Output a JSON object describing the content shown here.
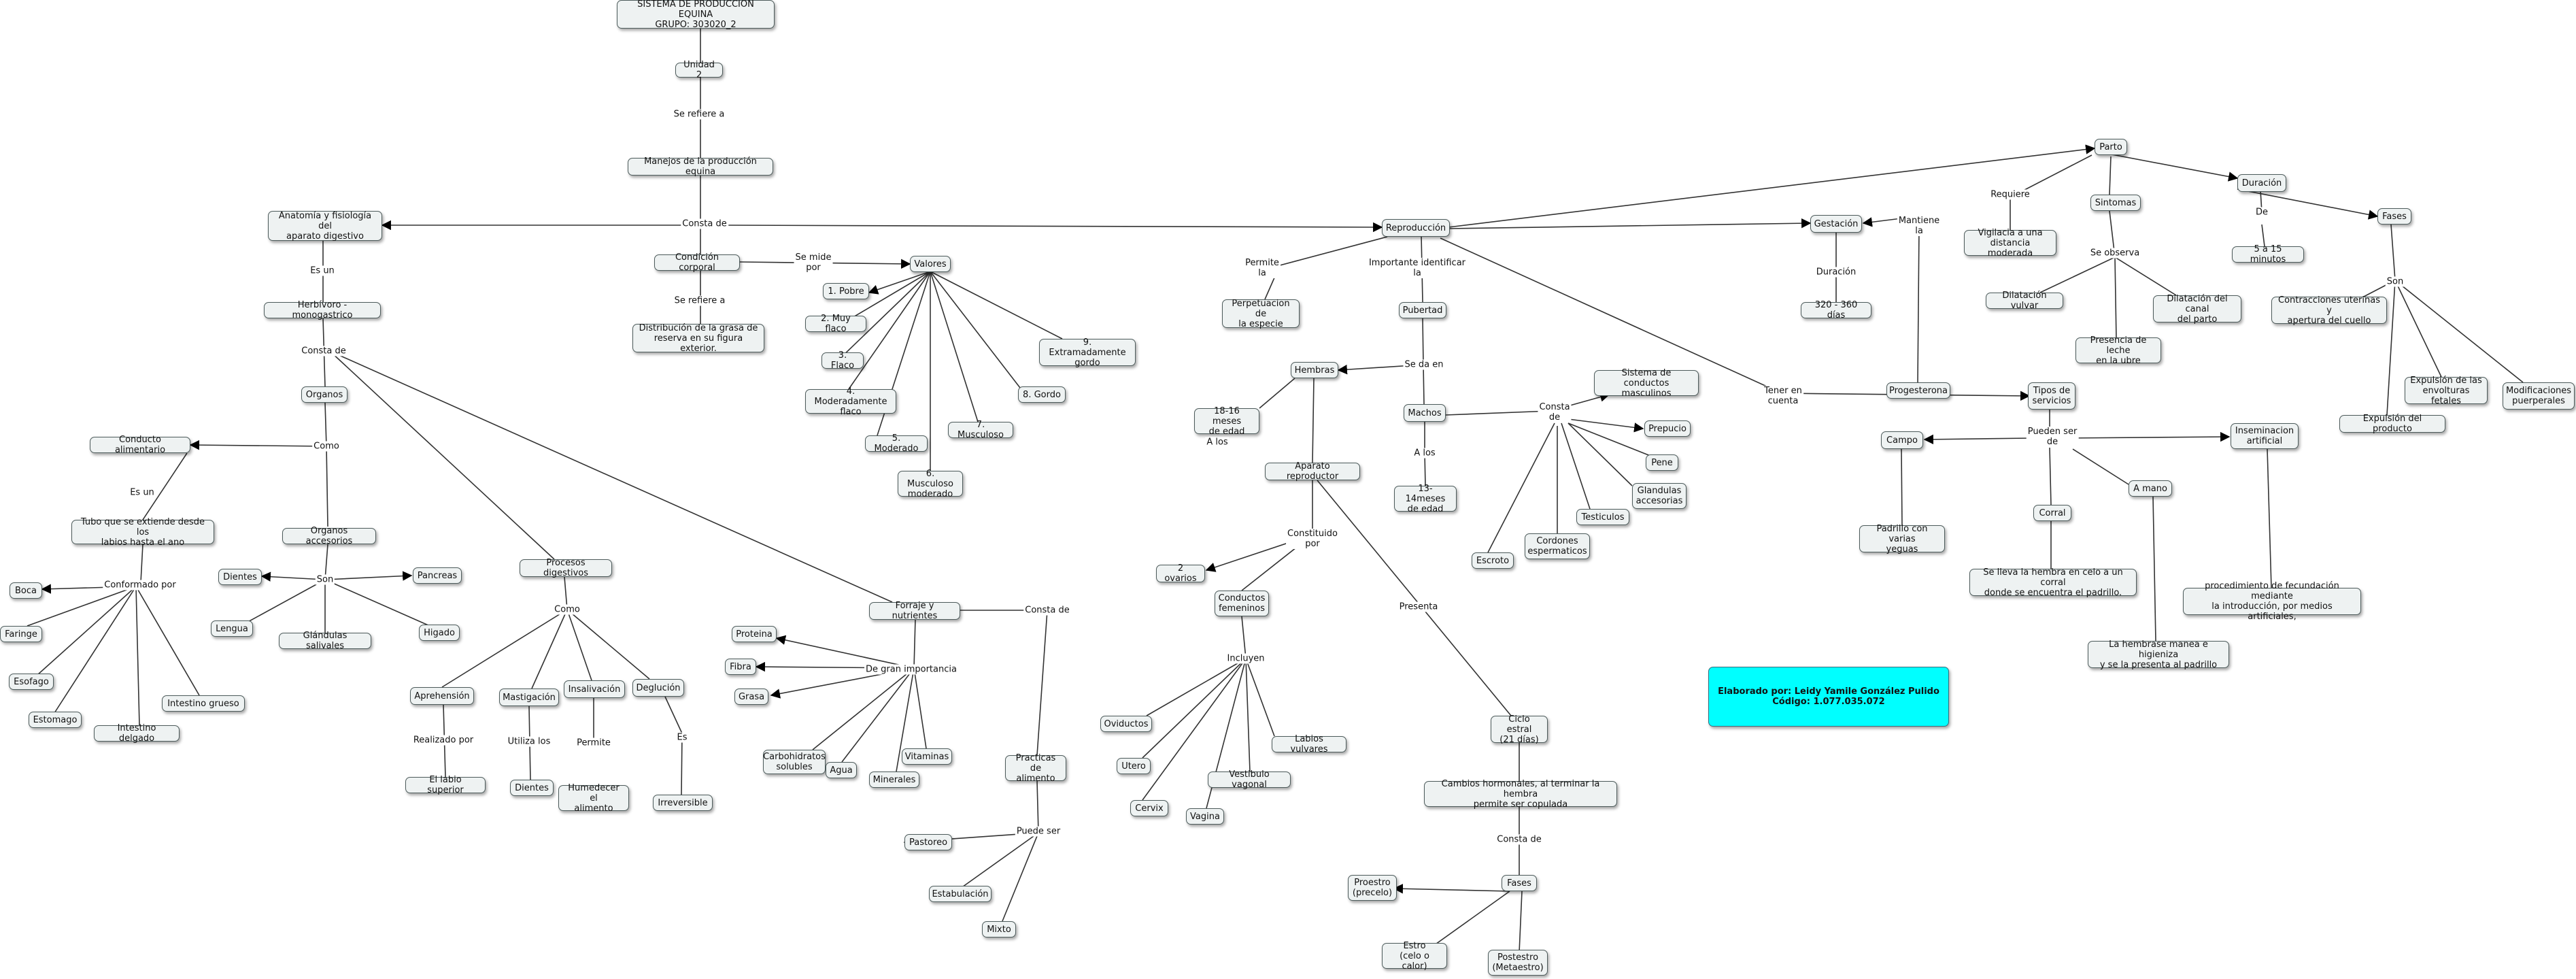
{
  "nodes": {
    "title": "SISTEMA DE PRODUCCION EQUINA\nGRUPO: 303020_2",
    "unidad": "Unidad 2",
    "manejos": "Manejos de la producción equina",
    "anatomia": "Anatomía y fisiología del\naparato digestivo",
    "herbivoro": "Herbívoro - monogastrico",
    "organos": "Organos",
    "conducto": "Conducto alimentario",
    "tubo": "Tubo que se extiende desde los\nlabios hasta el ano",
    "boca": "Boca",
    "faringe": "Faringe",
    "esofago": "Esofago",
    "estomago": "Estomago",
    "intdelgado": "Intestino delgado",
    "intgrueso": "Intestino grueso",
    "accesorios": "Organos accesorios",
    "dientes1": "Dientes",
    "lengua": "Lengua",
    "glandulas": "Glándulas salivales",
    "pancreas": "Pancreas",
    "higado": "Higado",
    "procesos": "Procesos digestivos",
    "aprehension": "Aprehensión",
    "labio": "El labio superior",
    "masticacion": "Mastigación",
    "dientes2": "Dientes",
    "insalivacion": "Insalivación",
    "humedecer": "Humedecer el\nalimento",
    "deglucion": "Deglución",
    "irreversible": "Irreversible",
    "condicion": "Condición corporal",
    "distribucion": "Distribución de la grasa de\nreserva en su figura exterior.",
    "valores": "Valores",
    "v1": "1. Pobre",
    "v2": "2. Muy flaco",
    "v3": "3. Flaco",
    "v4": "4. Moderadamente\nflaco",
    "v5": "5. Moderado",
    "v6": "6. Musculoso\nmoderado",
    "v7": "7. Musculoso",
    "v8": "8. Gordo",
    "v9": "9. Extramadamente\ngordo",
    "forraje": "Forraje y nutrientes",
    "proteina": "Proteina",
    "fibra": "Fibra",
    "grasa": "Grasa",
    "carbohidratos": "Carbohidratos\nsolubles",
    "agua": "Agua",
    "minerales": "Minerales",
    "vitaminas": "Vitaminas",
    "practicas": "Practicas de\nalimento",
    "pastoreo": "Pastoreo",
    "estabulacion": "Estabulación",
    "mixto": "Mixto",
    "reproduccion": "Reproducción",
    "perpetuacion": "Perpetuacion de\nla especie",
    "pubertad": "Pubertad",
    "hembras": "Hembras",
    "meses18": "18-16 meses\nde edad",
    "aparato": "Aparato reproductor",
    "ovarios": "2 ovarios",
    "conductos": "Conductos\nfemeninos",
    "oviductos": "Oviductos",
    "utero": "Utero",
    "cervix": "Cervix",
    "vagina": "Vagina",
    "vestibulo": "Vestibulo vagonal",
    "labios": "Labios vulvares",
    "machos": "Machos",
    "meses13": "13-14meses\nde edad",
    "sistema": "Sistema de conductos\nmasculinos",
    "prepucio": "Prepucio",
    "pene": "Pene",
    "glandacc": "Glandulas\naccesorias",
    "testiculos": "Testiculos",
    "cordones": "Cordones\nespermaticos",
    "escroto": "Escroto",
    "ciclo": "Ciclo estral\n(21 días)",
    "cambios": "Cambios hormonales, al terminar la hembra\npermite ser copulada",
    "fases1": "Fases",
    "proestro": "Proestro\n(precelo)",
    "estro": "Estro\n(celo o calor)",
    "postestro": "Postestro\n(Metaestro)",
    "gestacion": "Gestación",
    "dias": "320 - 360 días",
    "progesterona": "Progesterona",
    "parto": "Parto",
    "vigilancia": "Vigilacia a una\ndistancia moderada",
    "sintomas": "Sintomas",
    "dilvulvar": "Dilatación vulvar",
    "presencia": "Presencia de leche\nen la ubre",
    "dilcanal": "Dilatación del canal\ndel parto",
    "duracion": "Duración",
    "minutos": "5 a 15 minutos",
    "fases2": "Fases",
    "contracciones": "Contracciones uterinas y\napertura del cuello",
    "expenvolturas": "Expulsión de las\nenvolturas fetales",
    "modificaciones": "Modificaciones\npuerperales",
    "expproducto": "Expulsión del producto",
    "tipos": "Tipos de\nservicios",
    "campo": "Campo",
    "padrillo": "Padrillo con varias\nyeguas",
    "corral": "Corral",
    "sellava": "Se lleva la hembra en celo a un corral\ndonde se encuentra el padrillo.",
    "amano": "A mano",
    "hembrase": "La hembrase manea e higieniza\ny se la presenta al padrillo",
    "inseminacion": "Inseminacion\nartificial",
    "procedimiento": "procedimiento de fecundación mediante\nla introducción, por medios artificiales,",
    "elaborado": "Elaborado por: Leidy Yamile González Pulido\nCódigo: 1.077.035.072"
  },
  "labels": {
    "serefiere": "Se refiere a",
    "constade": "Consta de",
    "esun": "Es un",
    "constade2": "Consta de",
    "como": "Como",
    "esun2": "Es un",
    "conformado": "Conformado por",
    "son": "Son",
    "como2": "Como",
    "realizado": "Realizado por",
    "utiliza": "Utiliza los",
    "permite": "Permite",
    "es": "Es",
    "semide": "Se mide\npor",
    "serefiere2": "Se refiere a",
    "importancia": "De gran importancia",
    "constade3": "Consta de",
    "puedeser": "Puede ser",
    "permitela": "Permite\nla",
    "importante": "Importante identificar\nla",
    "seda": "Se da en",
    "alos1": "A los",
    "alos2": "A los",
    "constituido": "Constituido\npor",
    "incluyen": "Incluyen",
    "constade4": "Consta\nde",
    "presenta": "Presenta",
    "constade5": "Consta de",
    "duracionl": "Duración",
    "mantiene": "Mantiene\nla",
    "requiere": "Requiere",
    "seobserva": "Se observa",
    "de": "De",
    "son2": "Son",
    "tener": "Tener en\ncuenta",
    "pueden": "Pueden ser\nde"
  }
}
